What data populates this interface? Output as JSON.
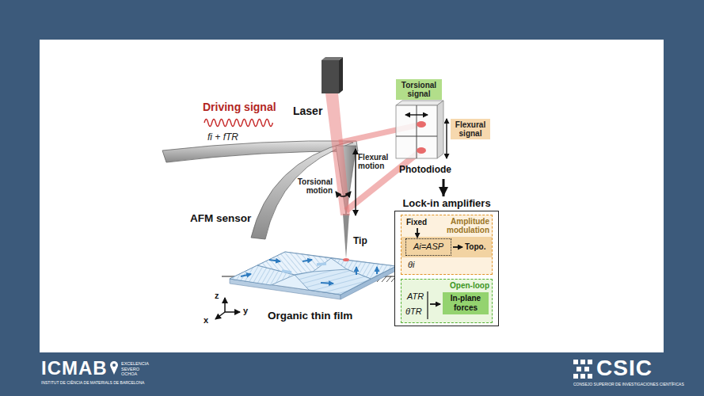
{
  "diagram": {
    "nodes": [
      {
        "text": [
          "Torsional signal"
        ]
      },
      {
        "text": [
          "Flexural signal"
        ]
      },
      {
        "text": [
          "Photodiode"
        ]
      },
      {
        "text": [
          "Lock-in amplifiers"
        ]
      },
      {
        "text": [
          "Amplitude modulation",
          "Fixed",
          "Topo.",
          "θi"
        ],
        "in": 3
      },
      {
        "text": [
          "Ai=ASP"
        ],
        "in": 4
      },
      {
        "text": [
          "Open-loop",
          "ATR",
          "θTR"
        ],
        "in": 3
      },
      {
        "text": [
          "In-plane forces"
        ],
        "in": 6
      }
    ],
    "edges": [
      {
        "from": 2,
        "to": 3,
        "arrow": "to"
      }
    ],
    "labels": [
      "Driving signal",
      "fi + fTR",
      "Laser",
      "Flexural motion",
      "Torsional motion",
      "AFM sensor",
      "Tip",
      "z",
      "x",
      "y",
      "Organic thin film",
      "ICMAB",
      "EXCELENCIA SEVERO OCHOA",
      "INSTITUT DE CIÈNCIA DE MATERIALS DE BARCELONA",
      "CSIC",
      "CONSEJO SUPERIOR DE INVESTIGACIONES CIENTÍFICAS"
    ]
  }
}
